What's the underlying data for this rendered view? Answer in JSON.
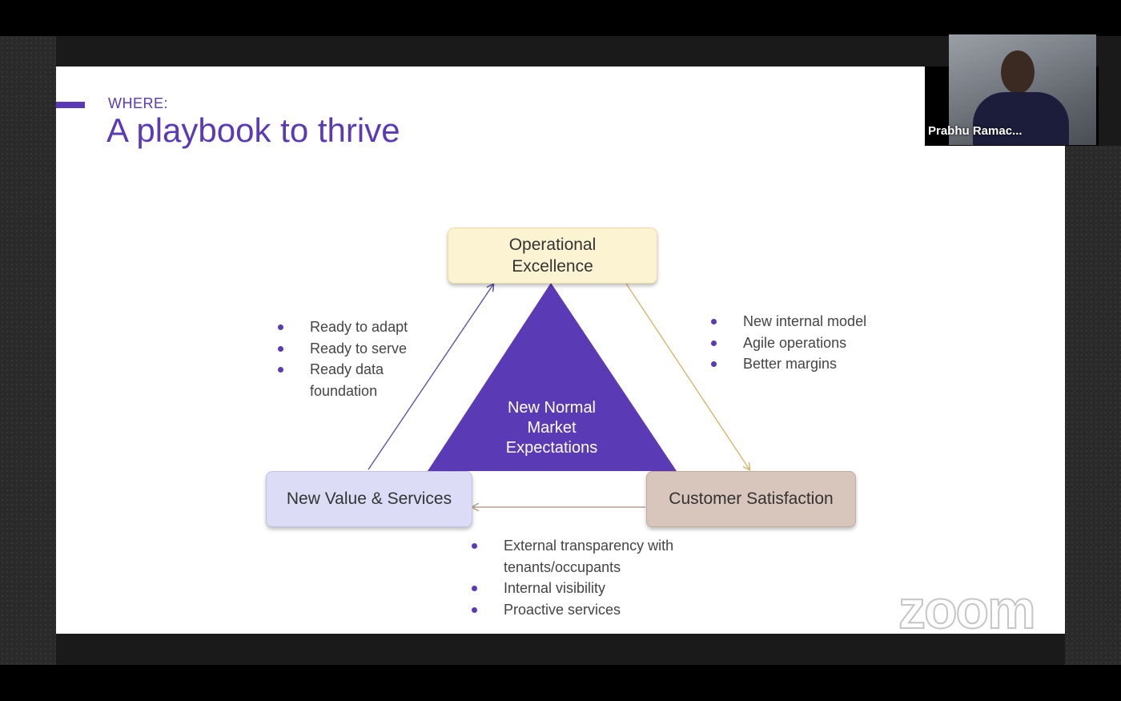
{
  "slide": {
    "eyebrow": "WHERE:",
    "title": "A playbook to thrive",
    "diagram": {
      "top_node": "Operational Excellence",
      "left_node": "New Value & Services",
      "right_node": "Customer Satisfaction",
      "center_label": "New Normal Market Expectations",
      "left_bullets": [
        "Ready to adapt",
        "Ready to serve",
        "Ready data foundation"
      ],
      "right_bullets": [
        "New internal model",
        "Agile operations",
        "Better margins"
      ],
      "bottom_bullets": [
        "External transparency with tenants/occupants",
        "Internal visibility",
        "Proactive services"
      ]
    },
    "colors": {
      "accent": "#5b3ab5",
      "top_node": "#fcf3d2",
      "left_node": "#dcdcf6",
      "right_node": "#d8c5bb"
    }
  },
  "participant": {
    "name": "Prabhu Ramac..."
  },
  "watermark": "zoom"
}
